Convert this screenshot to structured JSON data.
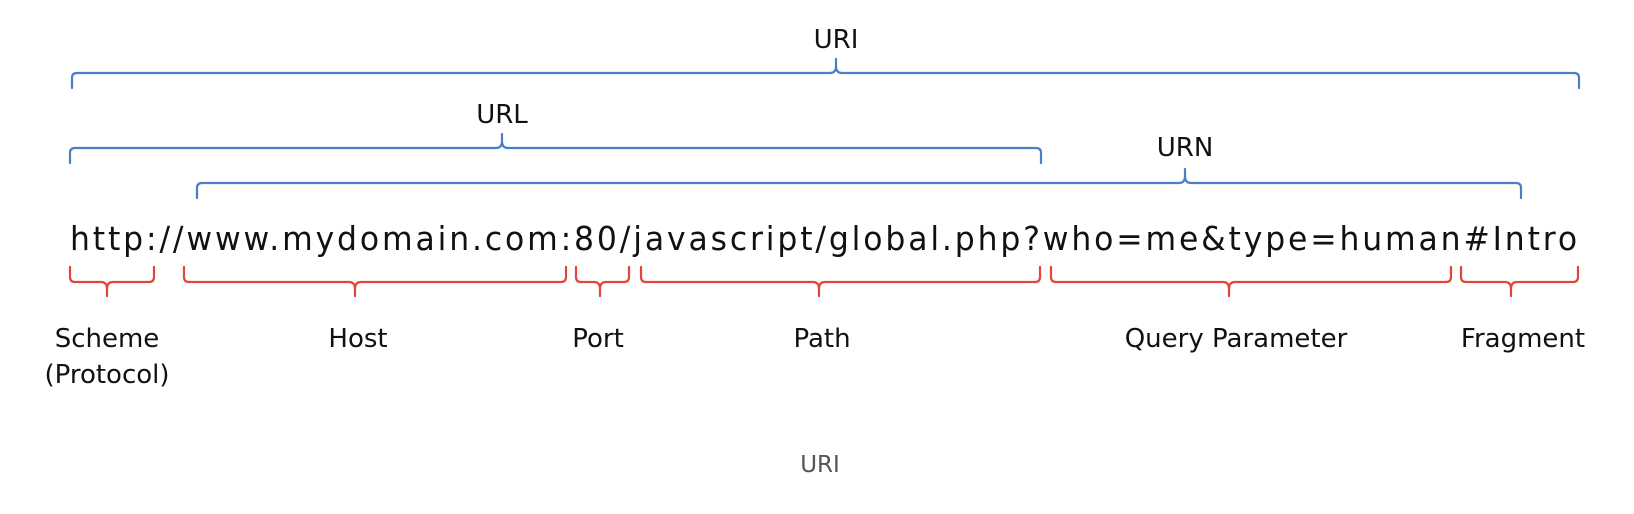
{
  "diagram": {
    "url_text": "http://www.mydomain.com:80/javascript/global.php?who=me&type=human#Intro",
    "groups": {
      "uri": "URI",
      "url": "URL",
      "urn": "URN"
    },
    "parts": {
      "scheme_line1": "Scheme",
      "scheme_line2": "(Protocol)",
      "host": "Host",
      "port": "Port",
      "path": "Path",
      "query": "Query Parameter",
      "fragment": "Fragment"
    },
    "caption": "URI",
    "colors": {
      "group_bracket": "#4a7fc6",
      "part_bracket": "#e2453c",
      "text": "#111111",
      "caption": "#555555"
    }
  }
}
